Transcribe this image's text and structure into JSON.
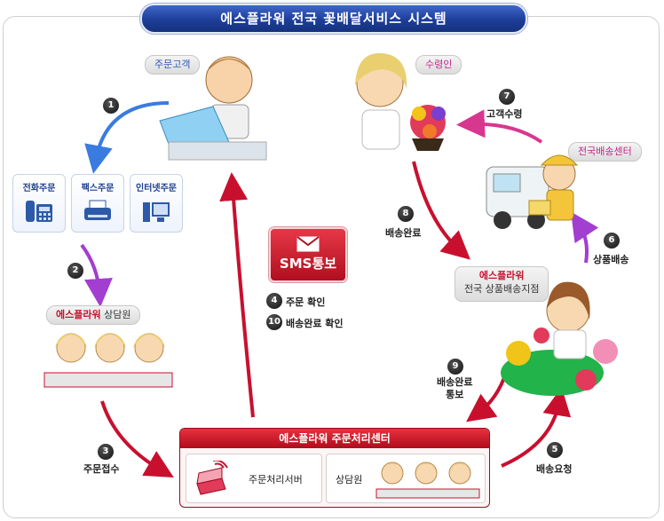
{
  "title": "에스플라워 전국 꽃배달서비스 시스템",
  "tags": {
    "customer": "주문고객",
    "recipient": "수령인",
    "delivery_center": "전국배송센터",
    "consultant_brand": "에스플라워",
    "consultant_suffix": "상담원",
    "branch_brand": "에스플라워",
    "branch_name": "전국 상품배송지점"
  },
  "order_channels": [
    "전화주문",
    "팩스주문",
    "인터넷주문"
  ],
  "sms": {
    "label": "SMS통보"
  },
  "center": {
    "title": "에스플라워 주문처리센터",
    "server_label": "주문처리서버",
    "staff_label": "상담원"
  },
  "steps": [
    {
      "num": "1",
      "label": ""
    },
    {
      "num": "2",
      "label": ""
    },
    {
      "num": "3",
      "label": "주문접수"
    },
    {
      "num": "4",
      "label": "주문 확인"
    },
    {
      "num": "5",
      "label": "배송요청"
    },
    {
      "num": "6",
      "label": "상품배송"
    },
    {
      "num": "7",
      "label": "고객수령"
    },
    {
      "num": "8",
      "label": "배송완료"
    },
    {
      "num": "9",
      "label": "배송완료\n통보"
    },
    {
      "num": "10",
      "label": "배송완료 확인"
    }
  ],
  "colors": {
    "title_bg": "#1d3e99",
    "accent_red": "#c8102e",
    "accent_pink": "#c2258c",
    "accent_blue": "#2c59b6"
  }
}
